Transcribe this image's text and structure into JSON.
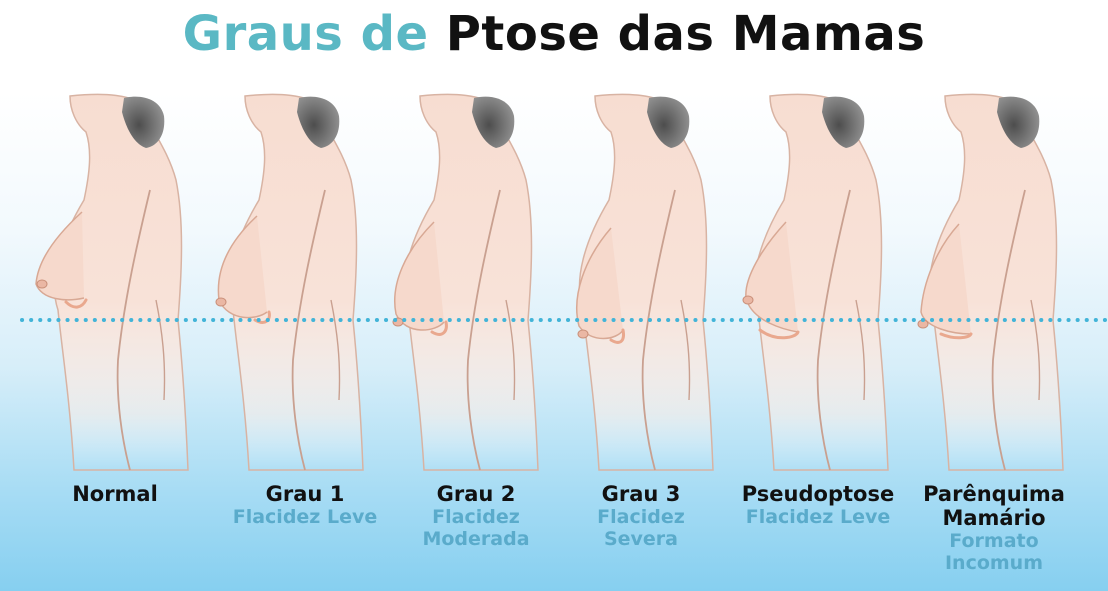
{
  "title": {
    "part1": "Graus de",
    "part2": "Ptose das Mamas"
  },
  "colors": {
    "title_accent": "#5ab8c4",
    "label_main": "#111111",
    "label_sub": "#5aabcb",
    "skin": "#f6d9cc",
    "hair": "#6e6e6e",
    "reference_line": "#42b4d8"
  },
  "stages": [
    {
      "name": "Normal",
      "description": ""
    },
    {
      "name": "Grau 1",
      "description": "Flacidez Leve"
    },
    {
      "name": "Grau 2",
      "description": "Flacidez Moderada"
    },
    {
      "name": "Grau 3",
      "description": "Flacidez Severa"
    },
    {
      "name": "Pseudoptose",
      "description": "Flacidez Leve"
    },
    {
      "name": "Parênquima Mamário",
      "description": "Formato Incomum"
    }
  ]
}
